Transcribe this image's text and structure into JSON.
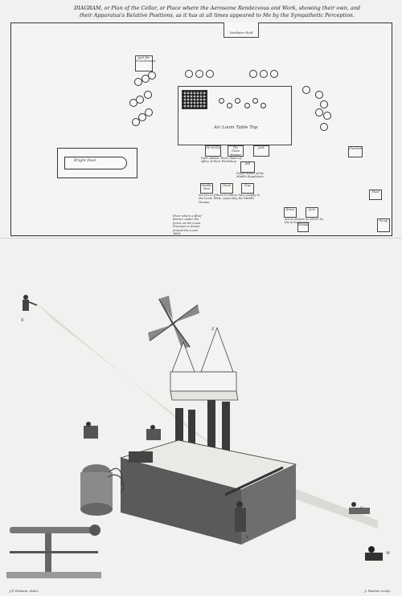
{
  "title": {
    "line1": "DIAGRAM, or Plan of the Cellar, or Place where the Aerosome Rendezvous and Work, showing their own, and",
    "line2": "their Apparatus's Relative Positions, as it has at all times appeared to Me by the Sympathetic Perception."
  },
  "plan": {
    "top_label": "Ventilator Shaft",
    "side_box": "Jack the Schoolmaster",
    "table_label": "Air Loom Table Top",
    "bright_label": "Bright Door",
    "boxes": [
      "Sir Archy",
      "The Glove Woman",
      "Jack",
      "Charlotte",
      "Bill",
      "Middle Man",
      "Wood",
      "Pipe",
      "Fluid",
      "Brass",
      "Jack",
      "Woman",
      "Pump"
    ],
    "caption_a": "their station, their chairs of office of their Workshop",
    "caption_b": "Fixed chairs of the Middle Regulators",
    "caption_c": "are ten or fifteen to where they usually to the Loom Table, especially the Middle Woman",
    "caption_d": "Floor where a Brief Barrier under the forms on the Loom Premises is drawn around the Loom Table",
    "caption_e": "not so distant as where he the Schoolmaster"
  },
  "scene": {
    "figure_labels": [
      "X",
      "Y",
      "V",
      "W",
      "Z"
    ]
  },
  "credits": {
    "left": "J.P. Haslam, delin.",
    "right": "J. Haslam sculp."
  }
}
